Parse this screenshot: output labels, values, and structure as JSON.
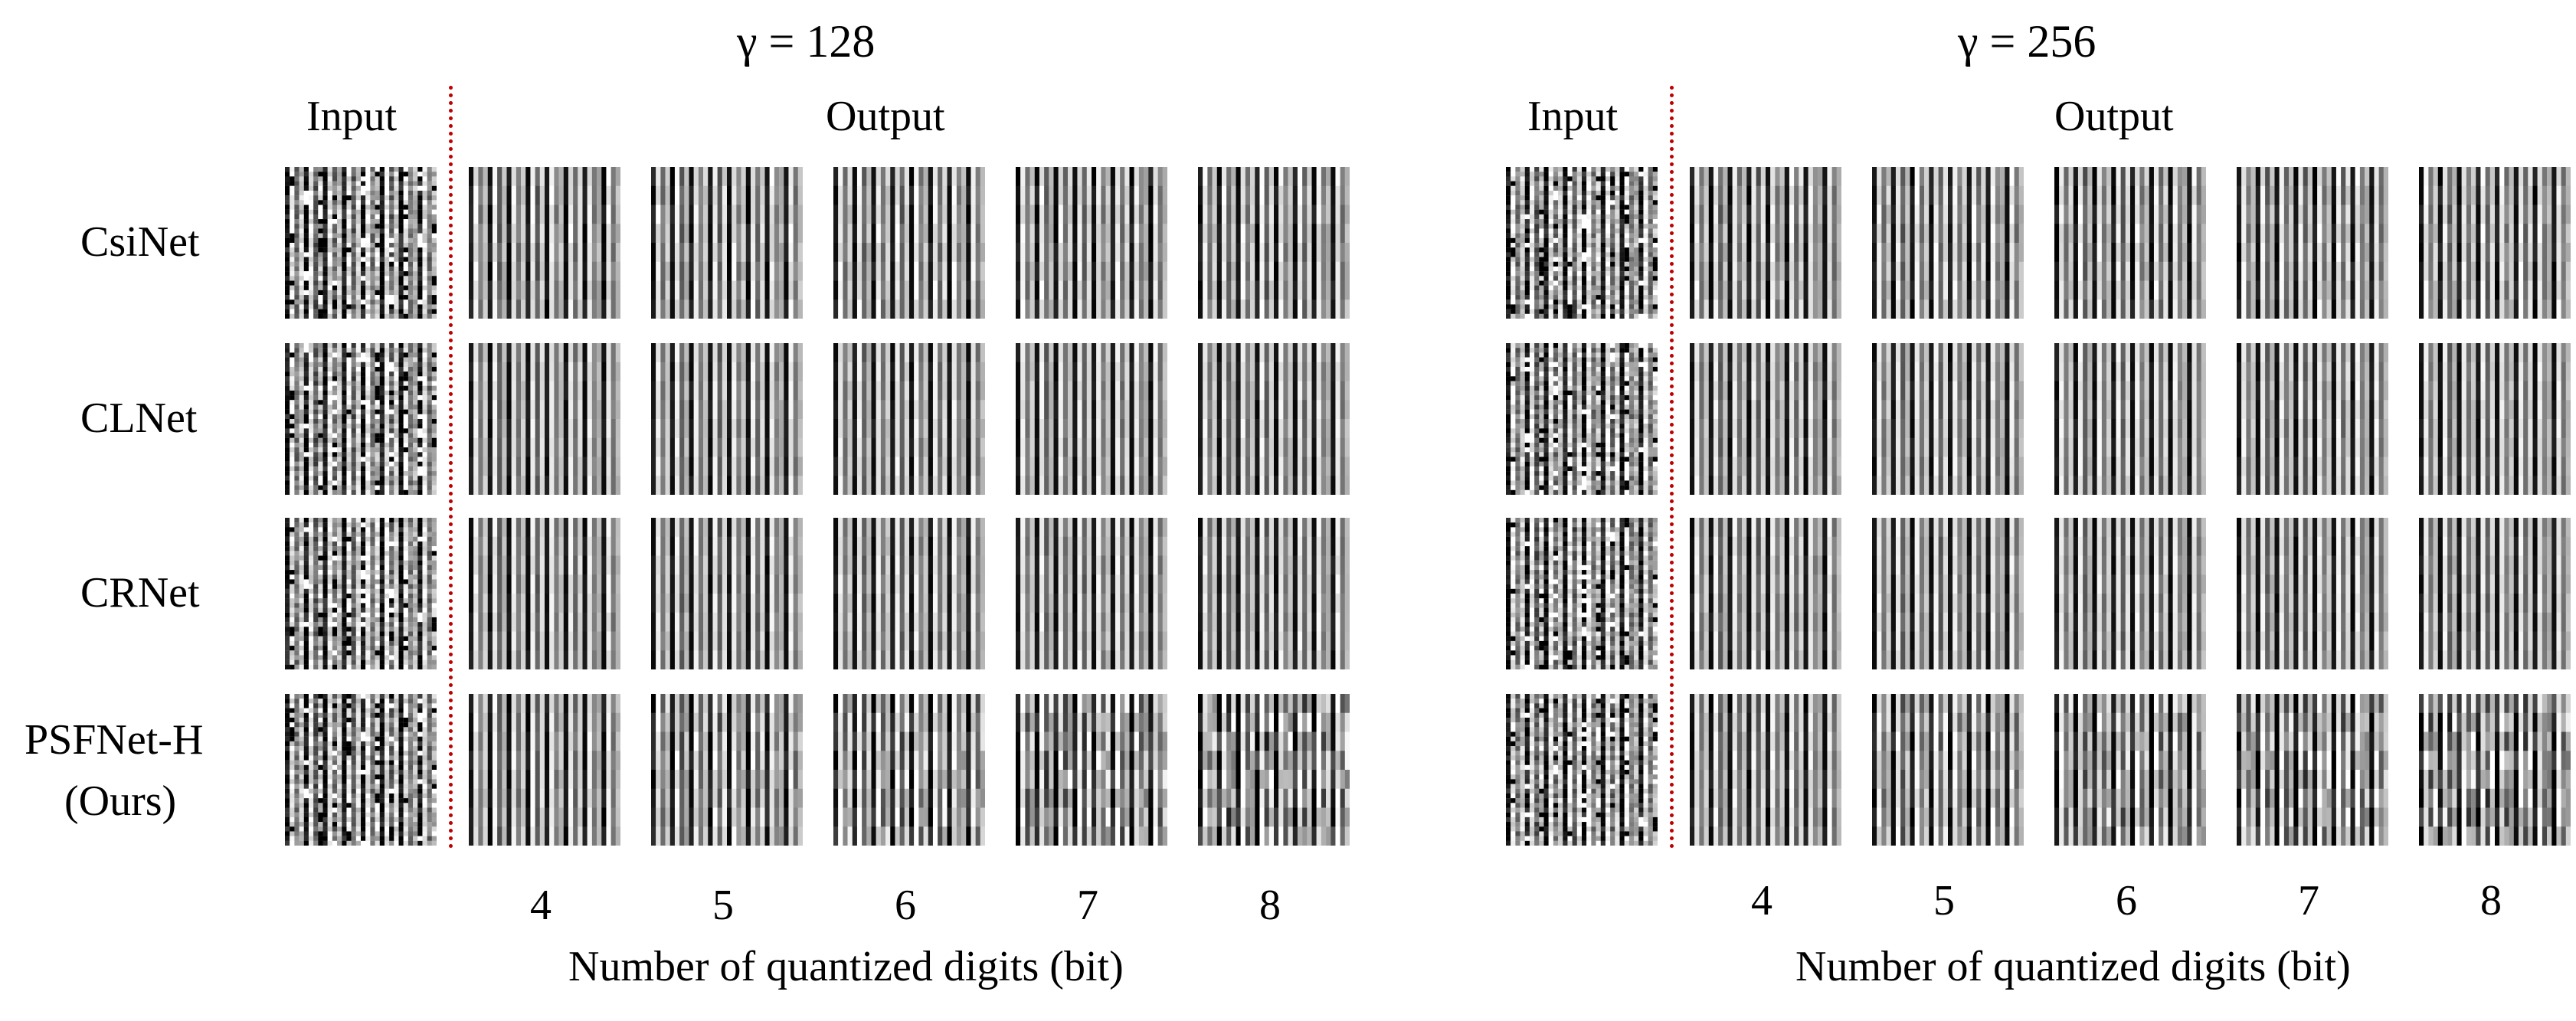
{
  "figure": {
    "panels": [
      {
        "gamma_label": "γ = 128",
        "input_label": "Input",
        "output_label": "Output",
        "bits": [
          "4",
          "5",
          "6",
          "7",
          "8"
        ],
        "xlabel": "Number of quantized digits (bit)"
      },
      {
        "gamma_label": "γ = 256",
        "input_label": "Input",
        "output_label": "Output",
        "bits": [
          "4",
          "5",
          "6",
          "7",
          "8"
        ],
        "xlabel": "Number of quantized digits (bit)"
      }
    ],
    "rows": [
      {
        "line1": "CsiNet",
        "line2": ""
      },
      {
        "line1": "CLNet",
        "line2": ""
      },
      {
        "line1": "CRNet",
        "line2": ""
      },
      {
        "line1": "PSFNet-H",
        "line2": "(Ours)"
      }
    ]
  }
}
